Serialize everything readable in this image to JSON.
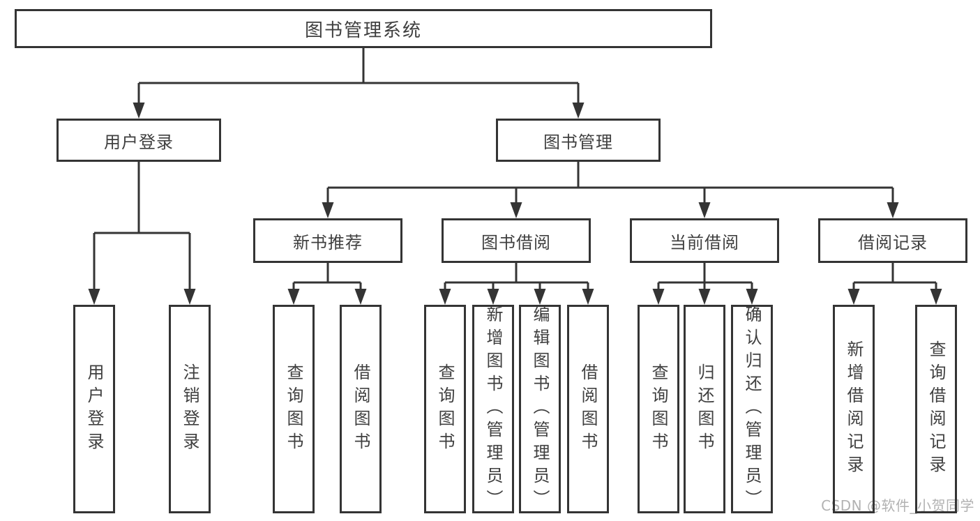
{
  "tree": {
    "root": {
      "label": "图书管理系统"
    },
    "branches": [
      {
        "label": "用户登录",
        "children": [
          {
            "label": "用户登录"
          },
          {
            "label": "注销登录"
          }
        ]
      },
      {
        "label": "图书管理",
        "children": [
          {
            "label": "新书推荐",
            "children": [
              {
                "label": "查询图书"
              },
              {
                "label": "借阅图书"
              }
            ]
          },
          {
            "label": "图书借阅",
            "children": [
              {
                "label": "查询图书"
              },
              {
                "label": "新增图书（管理员）"
              },
              {
                "label": "编辑图书（管理员）"
              },
              {
                "label": "借阅图书"
              }
            ]
          },
          {
            "label": "当前借阅",
            "children": [
              {
                "label": "查询图书"
              },
              {
                "label": "归还图书"
              },
              {
                "label": "确认归还（管理员）"
              }
            ]
          },
          {
            "label": "借阅记录",
            "children": [
              {
                "label": "新增借阅记录"
              },
              {
                "label": "查询借阅记录"
              }
            ]
          }
        ]
      }
    ]
  },
  "watermark": {
    "text": "CSDN @软件_小贺同学"
  },
  "colors": {
    "line": "#343434",
    "text": "#3f3f3f",
    "background": "#ffffff",
    "watermark": "#b2b2b2"
  }
}
